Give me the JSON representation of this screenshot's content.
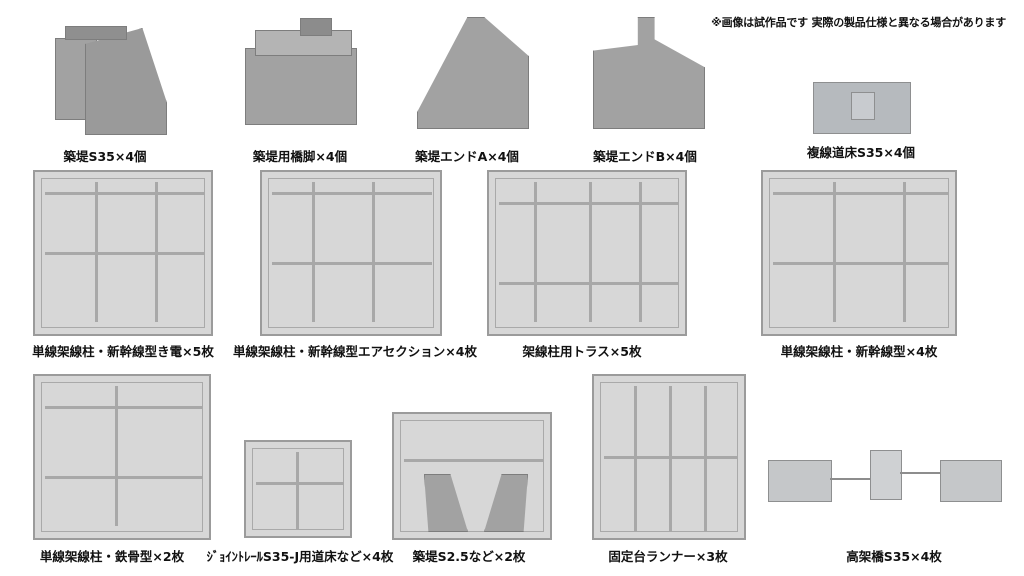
{
  "notice": "※画像は試作品です 実際の製品仕様と異なる場合があります",
  "captions": {
    "embankment": "築堤S35×4個",
    "bridge_pier": "築堤用橋脚×4個",
    "end_a": "築堤エンドA×4個",
    "end_b": "築堤エンドB×4個",
    "double_bed": "複線道床S35×4個",
    "single_pole_catenary": "単線架線柱・新幹線型き電×5枚",
    "single_pole_air_section": "単線架線柱・新幹線型エアセクション×4枚",
    "truss": "架線柱用トラス×5枚",
    "single_pole_shinkansen": "単線架線柱・新幹線型×4枚",
    "single_pole_steel": "単線架線柱・鉄骨型×2枚",
    "joint_rail": "ｼﾞｮｲﾝﾄﾚｰﾙS35-J用道床など×4枚",
    "embankment_s25": "築堤S2.5など×2枚",
    "fixing_runner": "固定台ランナー×3枚",
    "viaduct": "高架橋S35×4枚"
  }
}
